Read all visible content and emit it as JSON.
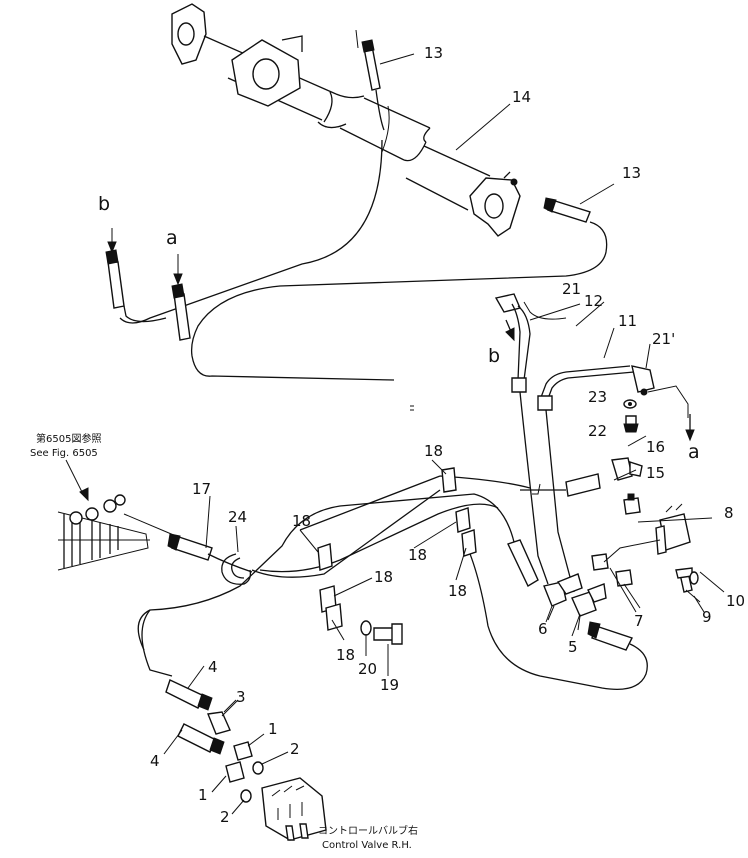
{
  "callouts": {
    "n1a": "1",
    "n1b": "1",
    "n2a": "2",
    "n2b": "2",
    "n3": "3",
    "n4a": "4",
    "n4b": "4",
    "n5": "5",
    "n6": "6",
    "n7": "7",
    "n8": "8",
    "n9": "9",
    "n10": "10",
    "n11": "11",
    "n12": "12",
    "n13a": "13",
    "n13b": "13",
    "n14": "14",
    "n15": "15",
    "n16": "16",
    "n17": "17",
    "n18a": "18",
    "n18b": "18",
    "n18c": "18",
    "n18d": "18",
    "n18e": "18",
    "n18f": "18",
    "n19": "19",
    "n20": "20",
    "n21a": "21",
    "n21b": "21'",
    "n22": "22",
    "n23": "23",
    "n24": "24"
  },
  "connection_letters": {
    "b_top": "b",
    "a_top": "a",
    "b_mid": "b",
    "a_right": "a"
  },
  "notes": {
    "see_fig_jp": "第6505図参照",
    "see_fig_en": "See Fig. 6505",
    "control_valve_jp": "コントロールバルブ右",
    "control_valve_en": "Control Valve R.H."
  }
}
